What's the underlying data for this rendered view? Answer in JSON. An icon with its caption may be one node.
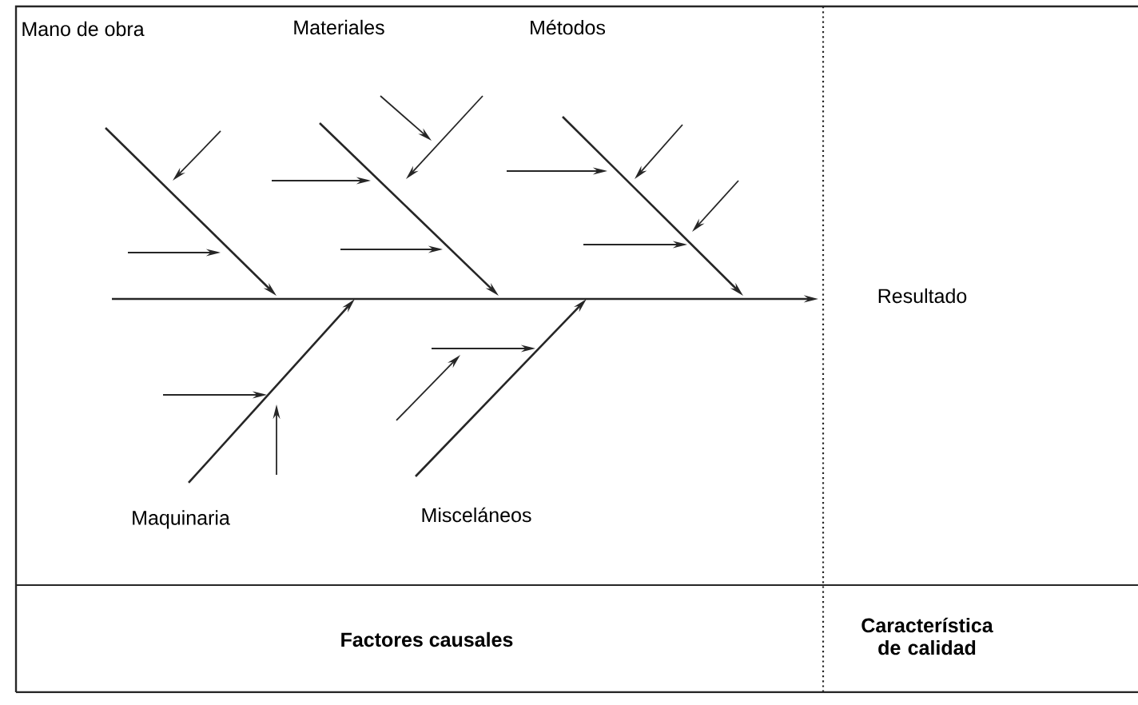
{
  "diagram": {
    "labels": [
      "Mano de obra",
      "Materiales",
      "Métodos",
      "Resultado",
      "Maquinaria",
      "Misceláneos",
      "Factores causales",
      "Característica de calidad"
    ]
  }
}
